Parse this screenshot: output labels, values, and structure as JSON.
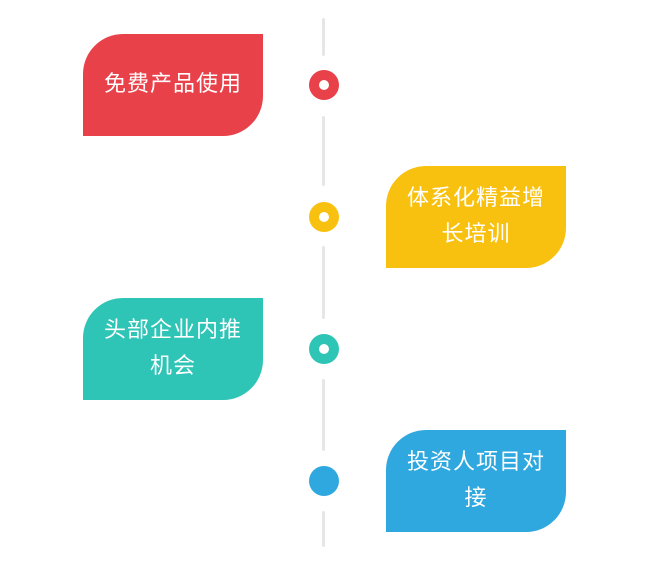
{
  "colors": {
    "red": "#e8414a",
    "yellow": "#f9c10f",
    "teal": "#2ec4b6",
    "blue": "#2fa7df",
    "axis": "#e6e6e6"
  },
  "steps": [
    {
      "label": "免费产品使用",
      "color": "#e8414a",
      "node_style": "ring"
    },
    {
      "label": "体系化精益增长培训",
      "color": "#f9c10f",
      "node_style": "ring"
    },
    {
      "label": "头部企业内推机会",
      "color": "#2ec4b6",
      "node_style": "ring"
    },
    {
      "label": "投资人项目对接",
      "color": "#2fa7df",
      "node_style": "solid"
    }
  ]
}
